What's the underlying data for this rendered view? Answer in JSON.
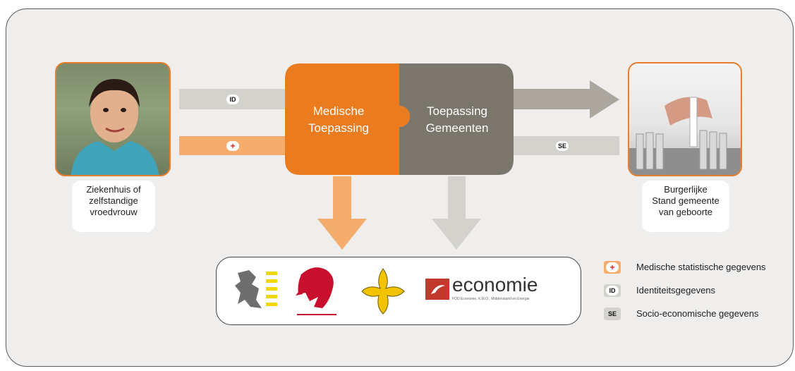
{
  "left_party": {
    "caption": [
      "Ziekenhuis of",
      "zelfstandige",
      "vroedvrouw"
    ]
  },
  "right_party": {
    "caption": [
      "Burgerlijke",
      "Stand gemeente",
      "van geboorte"
    ]
  },
  "puzzle": {
    "left_label": [
      "Medische",
      "Toepassing"
    ],
    "right_label": [
      "Toepassing",
      "Gemeenten"
    ]
  },
  "badges": {
    "id": "ID",
    "se": "SE"
  },
  "logos": {
    "economie_text": "economie",
    "economie_subtext": "FOD Economie, K.M.O., Middenstand en Energie"
  },
  "legend": [
    {
      "badge": "+",
      "label": "Medische statistische gegevens",
      "color": "#f5a762"
    },
    {
      "badge": "ID",
      "label": "Identiteitsgegevens",
      "color": "#d4d2cc"
    },
    {
      "badge": "SE",
      "label": "Socio-economische gegevens",
      "color": "#d4d2cc"
    }
  ],
  "colors": {
    "orange": "#ea7b1e",
    "light_orange": "#f5ad6e",
    "taupe": "#7a766c",
    "light_grey": "#d4d2cc"
  }
}
